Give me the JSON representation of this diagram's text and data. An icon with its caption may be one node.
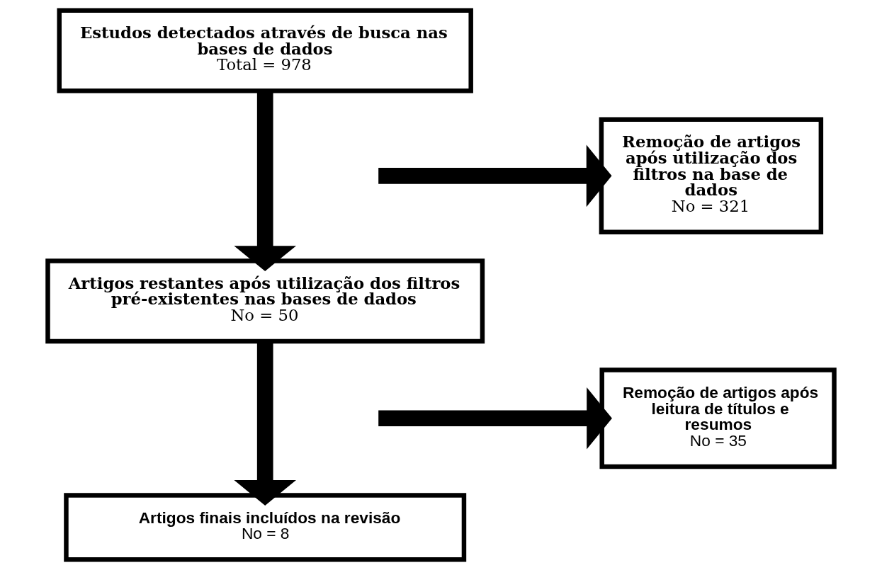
{
  "diagram": {
    "nodes": [
      {
        "text": [
          "Estudos detectados através de busca nas bases de dados",
          "Total = 978"
        ]
      },
      {
        "text": [
          "Remoção de artigos após utilização dos filtros na base de dados",
          "No = 321"
        ]
      },
      {
        "text": [
          "Artigos restantes após utilização dos filtros pré-existentes nas bases de dados",
          "No = 50"
        ]
      },
      {
        "text": [
          "Remoção de artigos após leitura de títulos e resumos",
          "No = 35"
        ]
      },
      {
        "text": [
          "Artigos finais incluídos na revisão",
          "No = 8"
        ]
      }
    ],
    "edges": [
      {
        "from": 0,
        "to": 2,
        "arrow": "to"
      },
      {
        "from": null,
        "to": 1,
        "arrow": "to"
      },
      {
        "from": 2,
        "to": 4,
        "arrow": "to"
      },
      {
        "from": null,
        "to": 3,
        "arrow": "to"
      }
    ]
  }
}
